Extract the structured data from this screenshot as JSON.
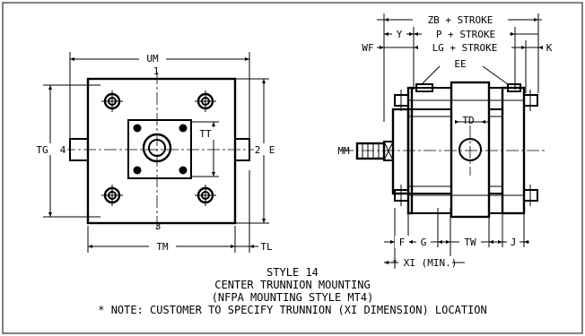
{
  "front_view": {
    "labels": {
      "um": "UM",
      "tg": "TG",
      "tt": "TT",
      "e": "E",
      "tm": "TM",
      "tl": "TL",
      "port_top": "1",
      "port_right": "2",
      "port_bottom": "3",
      "port_left": "4"
    }
  },
  "side_view": {
    "labels": {
      "zb": "ZB + STROKE",
      "y": "Y",
      "p": "P + STROKE",
      "wf": "WF",
      "lg": "LG + STROKE",
      "k": "K",
      "ee": "EE",
      "td": "TD",
      "mm": "MM",
      "f": "F",
      "g": "G",
      "tw": "TW",
      "j": "J",
      "xi": "* XI (MIN.)"
    }
  },
  "caption": {
    "title": "STYLE 14",
    "line1": "CENTER TRUNNION MOUNTING",
    "line2": "(NFPA MOUNTING STYLE MT4)",
    "note": "* NOTE:  CUSTOMER TO SPECIFY TRUNNION (XI DIMENSION) LOCATION"
  }
}
